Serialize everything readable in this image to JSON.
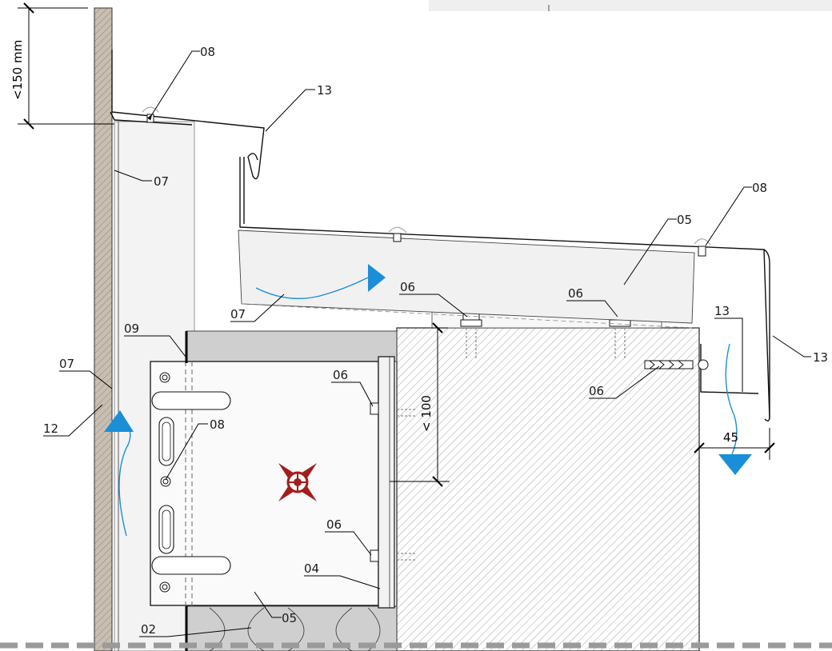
{
  "labels": {
    "p02": "02",
    "p04": "04",
    "p05_top": "05",
    "p05_bottom": "05",
    "p06_left": "06",
    "p06_mid": "06",
    "p06_right": "06",
    "p06_box_upper": "06",
    "p06_box_lower": "06",
    "p07_wall": "07",
    "p07_inner": "07",
    "p07_cover": "07",
    "p08_top": "08",
    "p08_right": "08",
    "p08_box": "08",
    "p09": "09",
    "p12": "12",
    "p13_top": "13",
    "p13_mid": "13",
    "p13_right": "13"
  },
  "dimensions": {
    "upstand": "<150 mm",
    "overlap": "< 100",
    "drip_offset": "45"
  },
  "colors": {
    "wall_fill": "#c9beb2",
    "airflow_arrow": "#1a8fd8",
    "warning_mark": "#a51c1c",
    "insulation_grey": "#cfcfcf",
    "panel_tint": "#f1f1f1"
  },
  "icons": [
    "airflow-arrow",
    "compass-star-icon",
    "washer-icon",
    "bolt-icon",
    "dowel-icon"
  ]
}
